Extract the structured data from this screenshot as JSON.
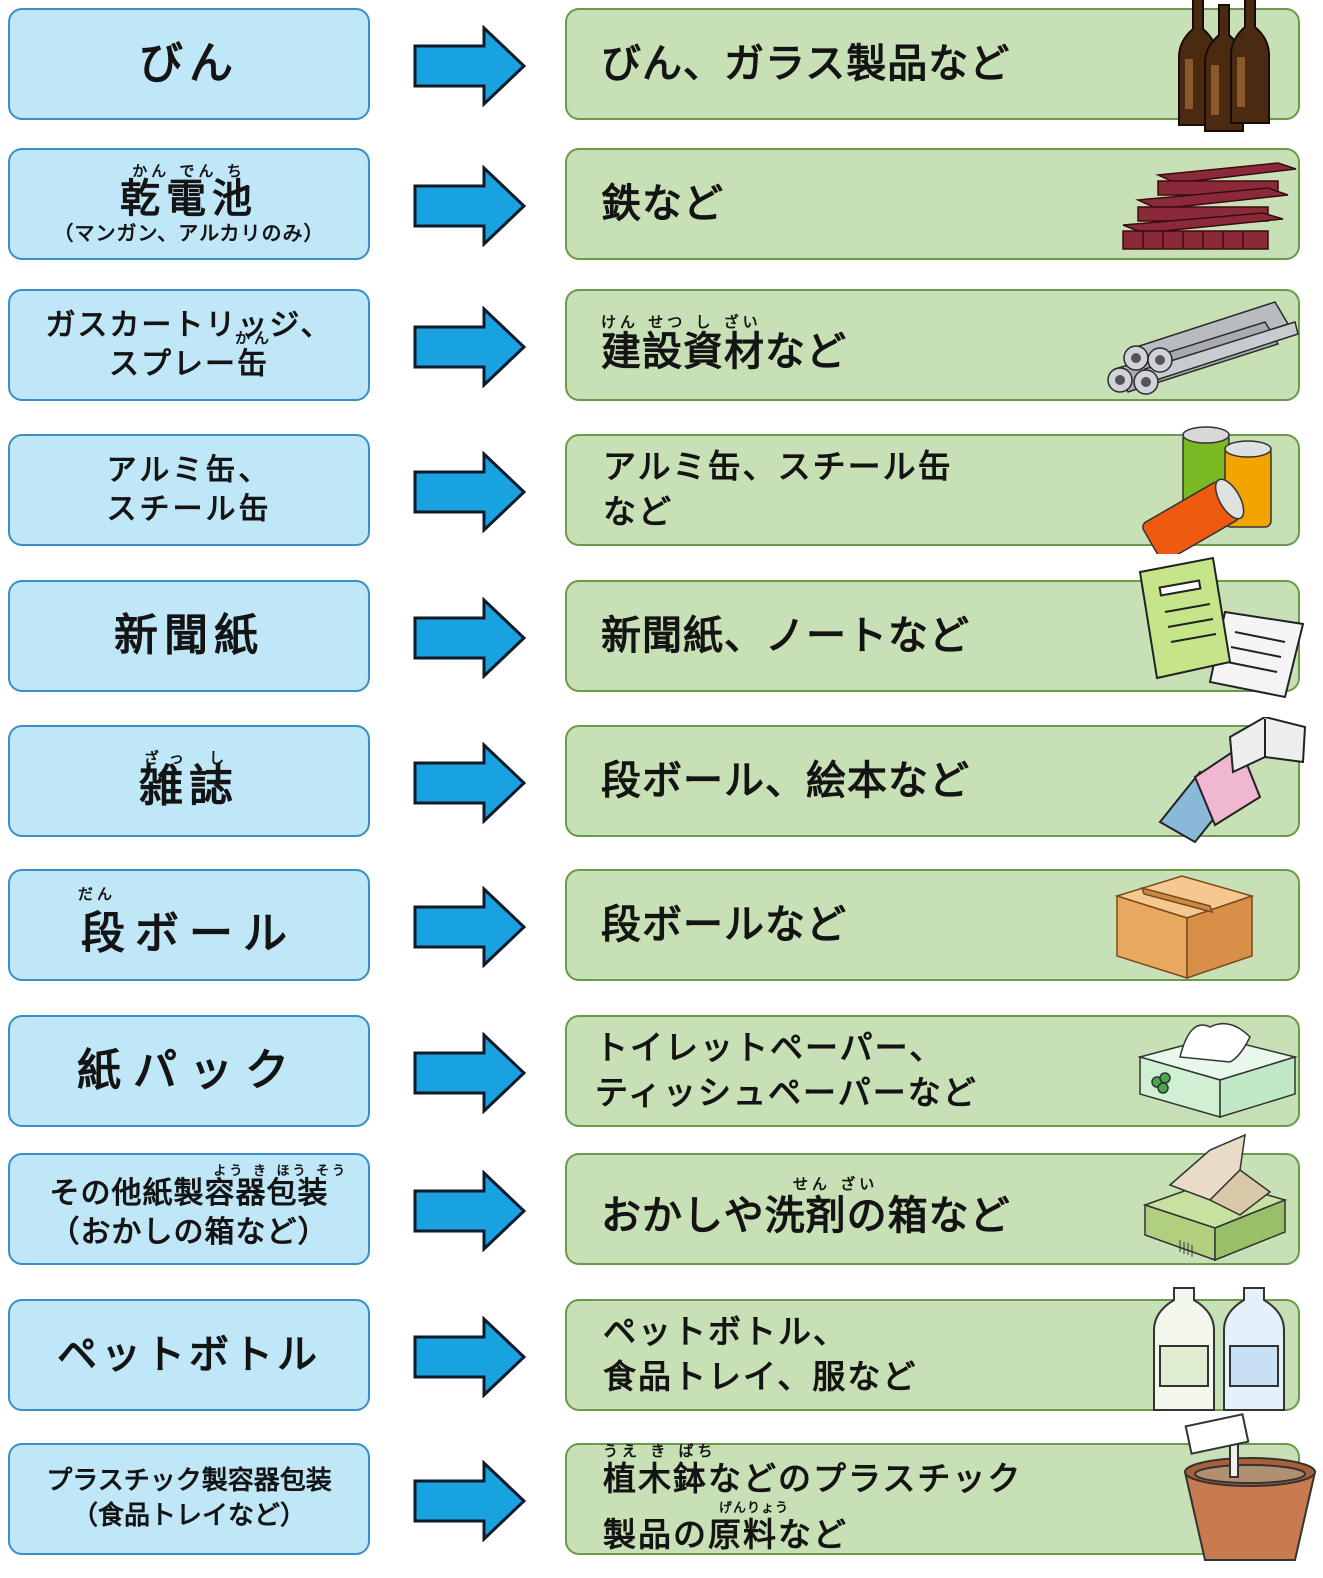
{
  "rows": [
    {
      "source_lines": [
        "びん"
      ],
      "dest_lines": [
        "びん、ガラス製品など"
      ]
    },
    {
      "source_ruby": "かん でん ち",
      "source_lines": [
        "乾電池"
      ],
      "source_sub": "（マンガン、アルカリのみ）",
      "dest_lines": [
        "鉄など"
      ]
    },
    {
      "source_lines": [
        "ガスカートリッジ、",
        "スプレー缶"
      ],
      "source_ruby": "かん",
      "dest_ruby": "けん せつ し ざい",
      "dest_lines": [
        "建設資材など"
      ]
    },
    {
      "source_lines": [
        "アルミ缶、",
        "スチール缶"
      ],
      "dest_lines": [
        "アルミ缶、スチール缶",
        "など"
      ]
    },
    {
      "source_lines": [
        "新聞紙"
      ],
      "dest_lines": [
        "新聞紙、ノートなど"
      ]
    },
    {
      "source_ruby": "ざっ し",
      "source_lines": [
        "雑誌"
      ],
      "dest_lines": [
        "段ボール、絵本など"
      ]
    },
    {
      "source_ruby": "だん",
      "source_lines": [
        "段ボール"
      ],
      "dest_lines": [
        "段ボールなど"
      ]
    },
    {
      "source_lines": [
        "紙パック"
      ],
      "dest_lines": [
        "トイレットペーパー、",
        "ティッシュペーパーなど"
      ]
    },
    {
      "source_ruby": "よう き ほう そう",
      "source_lines": [
        "その他紙製容器包装",
        "（おかしの箱など）"
      ],
      "dest_ruby": "せん ざい",
      "dest_lines": [
        "おかしや洗剤の箱など"
      ]
    },
    {
      "source_lines": [
        "ペットボトル"
      ],
      "dest_lines": [
        "ペットボトル、",
        "食品トレイ、服など"
      ]
    },
    {
      "source_lines": [
        "プラスチック製容器包装",
        "（食品トレイなど）"
      ],
      "dest_ruby": "うえ き ばち",
      "dest_ruby2": "げんりょう",
      "dest_lines": [
        "植木鉢などのプラスチック",
        "製品の原料など"
      ]
    }
  ],
  "icons": [
    "bottles-icon",
    "steel-beams-icon",
    "pipes-icon",
    "cans-icon",
    "notebook-icon",
    "books-icon",
    "cardboard-box-icon",
    "tissue-box-icon",
    "snack-box-icon",
    "pet-bottles-icon",
    "flower-pot-icon"
  ],
  "colors": {
    "source_fill": "#bfe7f8",
    "source_border": "#3a8ec9",
    "dest_fill": "#c8e0b5",
    "dest_border": "#6a9a4a",
    "arrow": "#18a2e0"
  }
}
